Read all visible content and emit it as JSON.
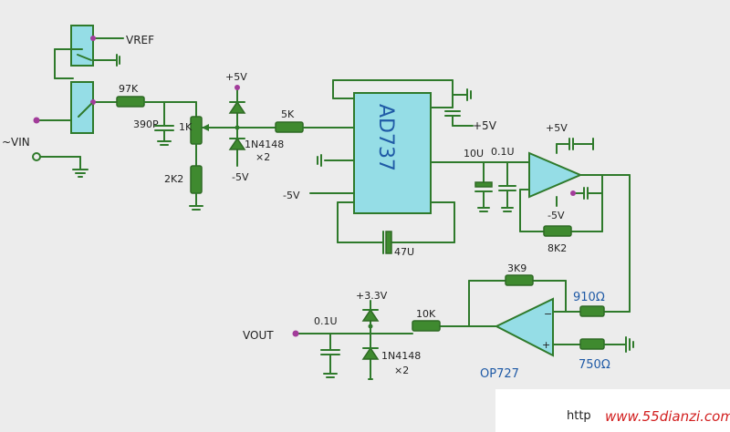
{
  "labels": {
    "vref": "VREF",
    "vin": "~VIN",
    "vout": "VOUT",
    "r_97k": "97K",
    "c_390p": "390P",
    "r_1k": "1K",
    "r_2k2": "2K2",
    "plus5v_top": "+5V",
    "minus5v_top": "-5V",
    "diode_in": "1N4148",
    "diode_in_x2": "×2",
    "r_5k": "5K",
    "chip": "AD737",
    "plus5v_chip": "+5V",
    "minus5v_chip": "-5V",
    "c_47u": "47U",
    "c_10u": "10U",
    "c_01u_mid": "0.1U",
    "plus5v_opamp": "+5V",
    "minus5v_opamp": "-5V",
    "r_8k2": "8K2",
    "r_3k9": "3K9",
    "r_910": "910Ω",
    "r_750": "750Ω",
    "opamp": "OP727",
    "plus33v": "+3.3V",
    "c_01u_out": "0.1U",
    "r_10k": "10K",
    "diode_out": "1N4148",
    "diode_out_x2": "×2"
  },
  "watermark": {
    "proto": "http",
    "site": "www.55dianzi.com"
  },
  "colors": {
    "wire": "#2f7a2b",
    "component": "#3f8a2f",
    "chip_fill": "#95dde6",
    "pin": "#a23c9a",
    "background": "#ececec"
  }
}
